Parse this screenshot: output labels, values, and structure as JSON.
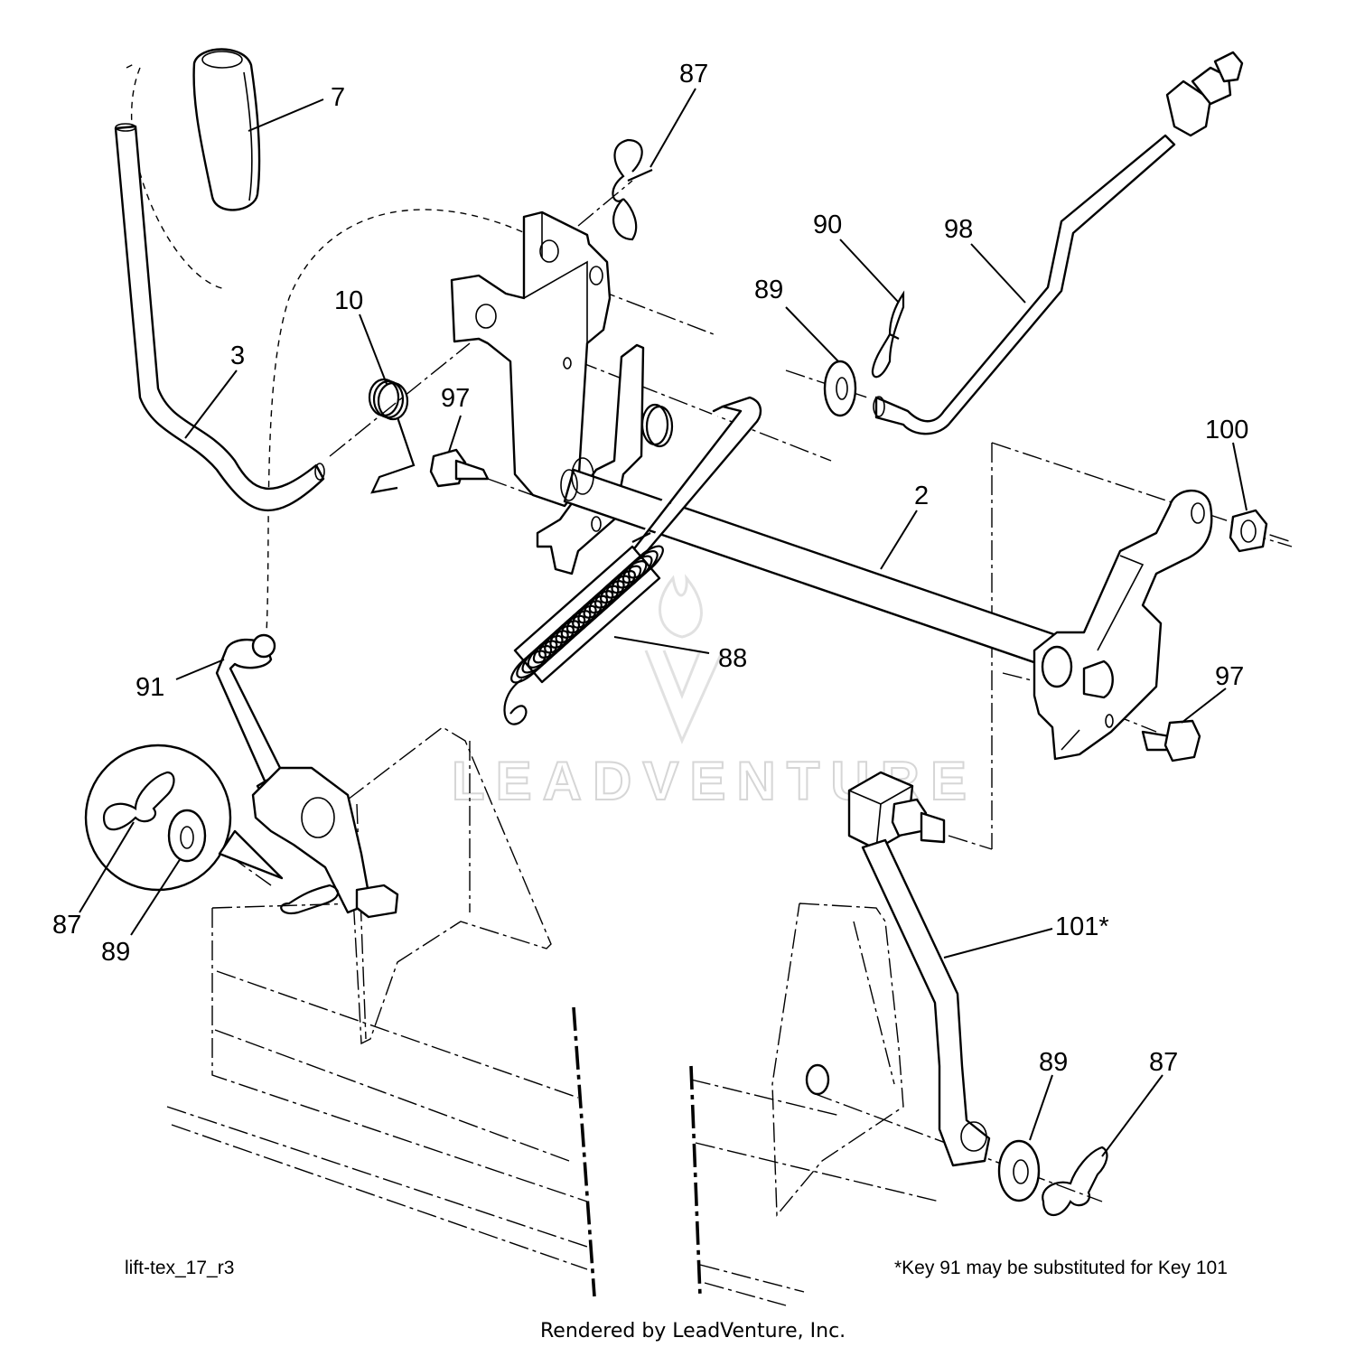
{
  "callouts": [
    {
      "id": "c7",
      "label": "7"
    },
    {
      "id": "c87a",
      "label": "87"
    },
    {
      "id": "c90",
      "label": "90"
    },
    {
      "id": "c98",
      "label": "98"
    },
    {
      "id": "c89a",
      "label": "89"
    },
    {
      "id": "c10",
      "label": "10"
    },
    {
      "id": "c3",
      "label": "3"
    },
    {
      "id": "c97a",
      "label": "97"
    },
    {
      "id": "c2",
      "label": "2"
    },
    {
      "id": "c100",
      "label": "100"
    },
    {
      "id": "c88",
      "label": "88"
    },
    {
      "id": "c91",
      "label": "91"
    },
    {
      "id": "c97b",
      "label": "97"
    },
    {
      "id": "c87b",
      "label": "87"
    },
    {
      "id": "c89b",
      "label": "89"
    },
    {
      "id": "c101",
      "label": "101*"
    },
    {
      "id": "c89c",
      "label": "89"
    },
    {
      "id": "c87c",
      "label": "87"
    }
  ],
  "drawing_id": "lift-tex_17_r3",
  "footnote": "*Key 91 may be substituted for Key 101",
  "credit": "Rendered by LeadVenture, Inc.",
  "watermark": "LEADVENTURE"
}
